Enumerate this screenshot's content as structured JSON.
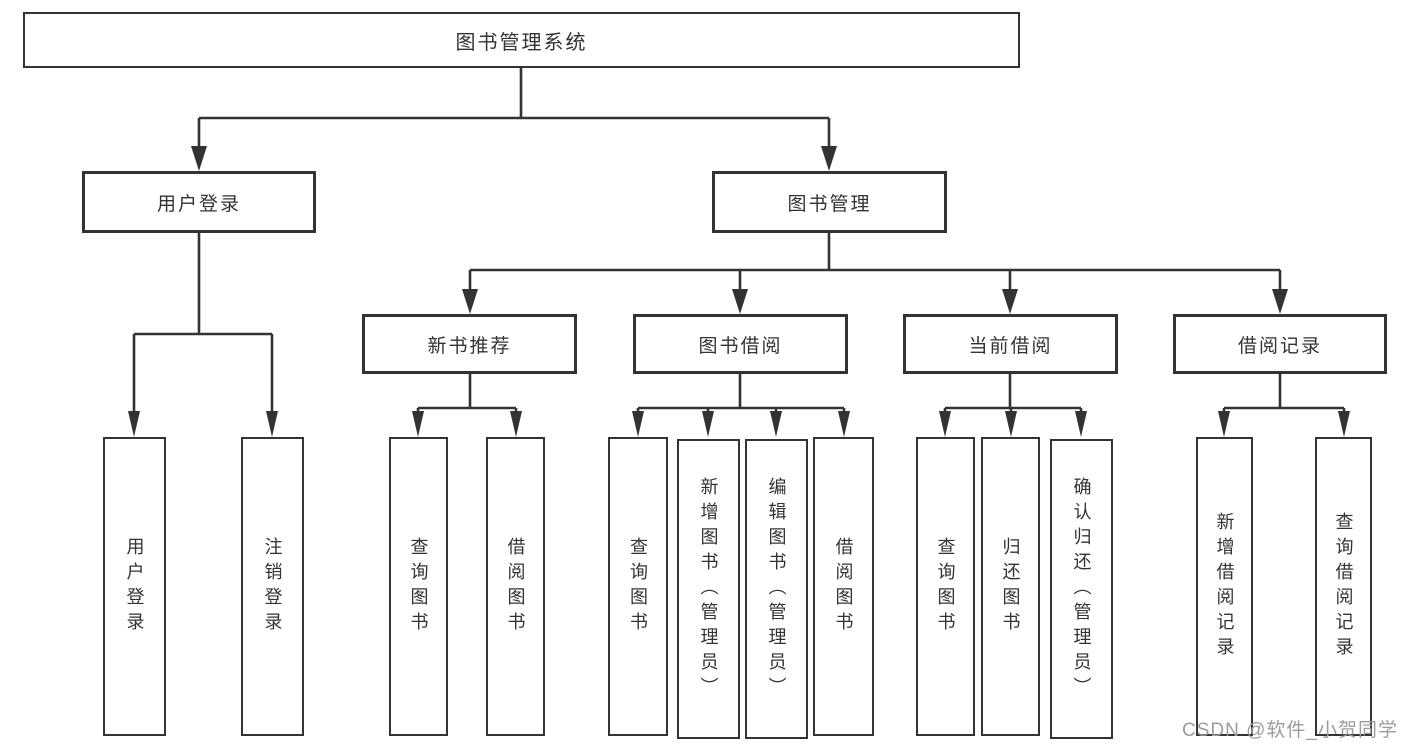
{
  "root": {
    "label": "图书管理系统"
  },
  "level2": [
    {
      "label": "用户登录"
    },
    {
      "label": "图书管理"
    }
  ],
  "level3": [
    {
      "label": "新书推荐"
    },
    {
      "label": "图书借阅"
    },
    {
      "label": "当前借阅"
    },
    {
      "label": "借阅记录"
    }
  ],
  "leaves": [
    {
      "label": "用户登录"
    },
    {
      "label": "注销登录"
    },
    {
      "label": "查询图书"
    },
    {
      "label": "借阅图书"
    },
    {
      "label": "查询图书"
    },
    {
      "label": "新增图书（管理员）"
    },
    {
      "label": "编辑图书（管理员）"
    },
    {
      "label": "借阅图书"
    },
    {
      "label": "查询图书"
    },
    {
      "label": "归还图书"
    },
    {
      "label": "确认归还（管理员）"
    },
    {
      "label": "新增借阅记录"
    },
    {
      "label": "查询借阅记录"
    }
  ],
  "watermark": {
    "text": "CSDN @软件_小贺同学"
  },
  "colors": {
    "line": "#333333",
    "text": "#333333",
    "watermark": "#9c9c9c",
    "background": "#ffffff"
  }
}
